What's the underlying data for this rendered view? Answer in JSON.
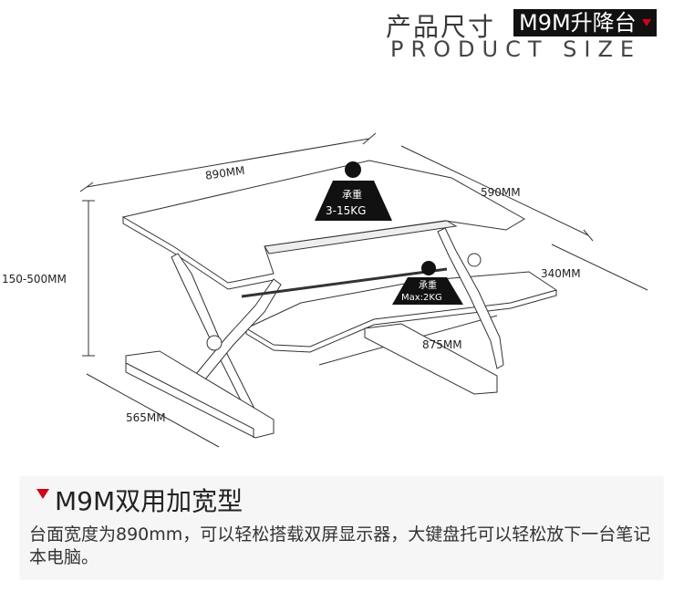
{
  "header": {
    "title_zh": "产品尺寸",
    "model_tag": "M9M升降台",
    "title_en": "PRODUCT SIZE"
  },
  "diagram": {
    "dim_width": "890MM",
    "dim_depth": "590MM",
    "dim_height": "150-500MM",
    "dim_keyboard_depth": "340MM",
    "dim_keyboard_width": "875MM",
    "dim_base": "565MM",
    "load_top_label": "承重",
    "load_top_value": "3-15KG",
    "load_kb_label": "承重",
    "load_kb_value": "Max:2KG"
  },
  "info": {
    "title": "M9M双用加宽型",
    "description": "台面宽度为890mm，可以轻松搭载双屏显示器，大键盘托可以轻松放下一台笔记本电脑。"
  },
  "colors": {
    "accent": "#d0021b",
    "dark": "#111111"
  }
}
